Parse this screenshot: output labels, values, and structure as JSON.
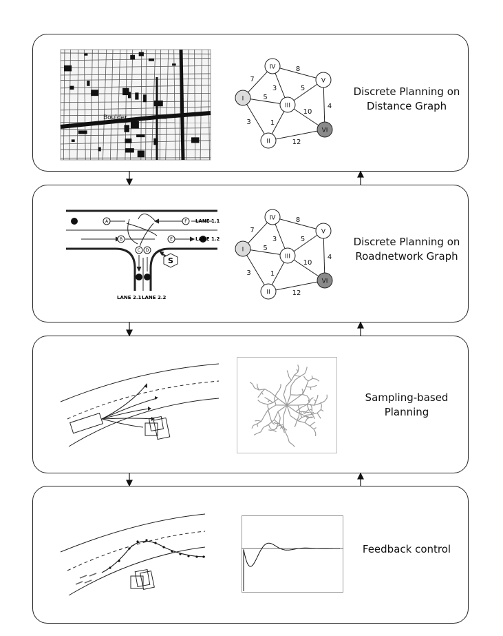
{
  "pipeline": [
    {
      "label_lines": [
        "Discrete Planning on",
        "Distance Graph"
      ]
    },
    {
      "label_lines": [
        "Discrete Planning on",
        "Roadnetwork Graph"
      ]
    },
    {
      "label_lines": [
        "Sampling-based",
        "Planning"
      ]
    },
    {
      "label_lines": [
        "Feedback control"
      ]
    }
  ],
  "map": {
    "text": "Boulder"
  },
  "graph": {
    "nodes": [
      {
        "id": "I",
        "fill": "#dcdcdc"
      },
      {
        "id": "II",
        "fill": "#ffffff"
      },
      {
        "id": "III",
        "fill": "#ffffff"
      },
      {
        "id": "IV",
        "fill": "#ffffff"
      },
      {
        "id": "V",
        "fill": "#ffffff"
      },
      {
        "id": "VI",
        "fill": "#8a8a8a"
      }
    ],
    "edges": [
      {
        "from": "I",
        "to": "IV",
        "weight": "7"
      },
      {
        "from": "I",
        "to": "III",
        "weight": "5"
      },
      {
        "from": "I",
        "to": "II",
        "weight": "3"
      },
      {
        "from": "IV",
        "to": "V",
        "weight": "8"
      },
      {
        "from": "IV",
        "to": "III",
        "weight": "3"
      },
      {
        "from": "III",
        "to": "V",
        "weight": "5"
      },
      {
        "from": "III",
        "to": "VI",
        "weight": "10"
      },
      {
        "from": "III",
        "to": "II",
        "weight": "1"
      },
      {
        "from": "V",
        "to": "VI",
        "weight": "4"
      },
      {
        "from": "II",
        "to": "VI",
        "weight": "12"
      }
    ]
  },
  "road": {
    "lane_labels": [
      "LANE 1.1",
      "LANE 1.2",
      "LANE 2.1",
      "LANE 2.2"
    ],
    "points": [
      "A",
      "B",
      "C",
      "D",
      "E",
      "F"
    ],
    "start": "S"
  },
  "colors": {
    "stroke": "#222222",
    "tree": "#9a9a9a",
    "node_start": "#dcdcdc",
    "node_goal": "#8a8a8a"
  }
}
